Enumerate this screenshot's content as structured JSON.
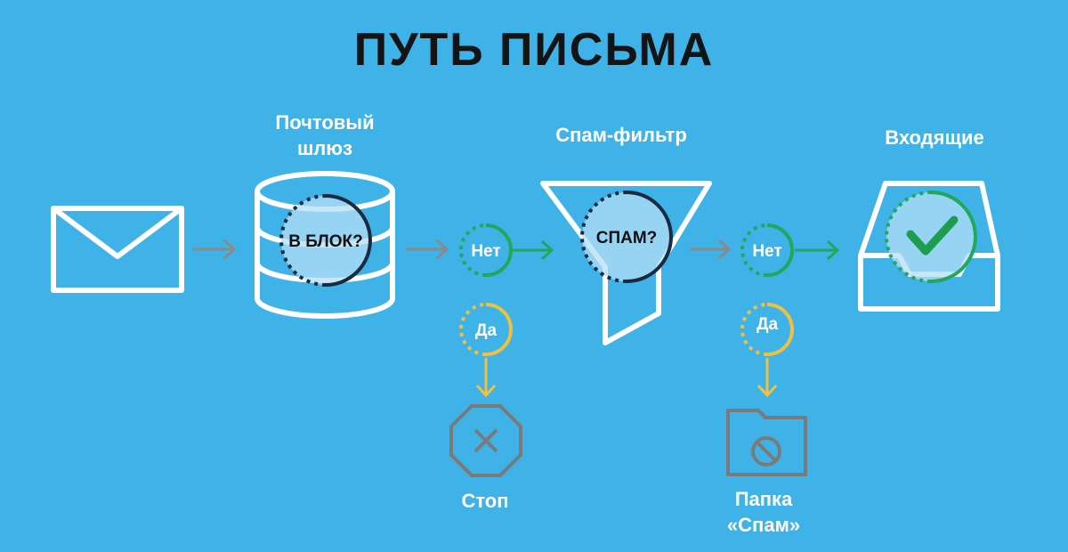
{
  "title": "ПУТЬ ПИСЬМА",
  "stages": {
    "gateway": {
      "label": "Почтовый\nшлюз",
      "question": "В БЛОК?"
    },
    "spam_filter": {
      "label": "Спам-фильтр",
      "question": "СПАМ?"
    },
    "inbox": {
      "label": "Входящие"
    }
  },
  "decisions": {
    "no_label": "Нет",
    "yes_label": "Да"
  },
  "outcomes": {
    "stop": "Стоп",
    "spam_folder": "Папка\n«Спам»"
  },
  "colors": {
    "background": "#3fb2e8",
    "icon": "#ffffff",
    "arrow": "#8a8a8a",
    "no": "#22a85a",
    "yes": "#f0c040",
    "dark": "#1a2a40",
    "gray_icon": "#7a7a7a"
  }
}
